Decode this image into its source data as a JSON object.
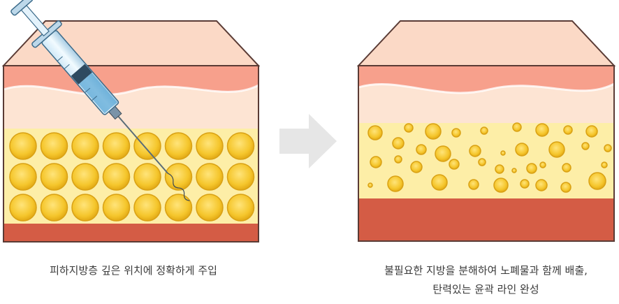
{
  "colors": {
    "top_face": "#fbd9c6",
    "epidermis": "#f7a08c",
    "wave_band": "#fde4d3",
    "fat_layer": "#fdeea7",
    "muscle": "#d45c45",
    "fat_cell": "#f2c22d",
    "arrow": "#e6e6e6"
  },
  "icons": {
    "syringe": "syringe-icon",
    "arrow": "right-arrow-icon"
  },
  "before": {
    "caption": "피하지방층 깊은 위치에 정확하게 주입"
  },
  "after": {
    "caption_line1": "불필요한 지방을 분해하여 노폐물과 함께 배출,",
    "caption_line2": "탄력있는 윤곽 라인 완성"
  }
}
